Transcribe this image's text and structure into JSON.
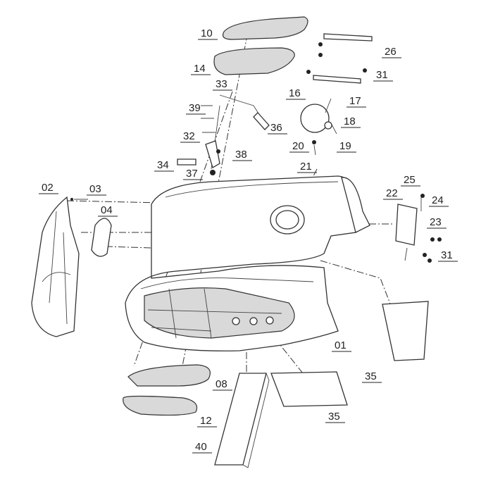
{
  "diagram": {
    "type": "exploded parts diagram",
    "part_labels": [
      "10",
      "14",
      "26",
      "31",
      "33",
      "16",
      "17",
      "39",
      "36",
      "18",
      "32",
      "20",
      "19",
      "38",
      "21",
      "34",
      "37",
      "02",
      "03",
      "04",
      "22",
      "25",
      "24",
      "23",
      "31",
      "01",
      "35",
      "08",
      "35",
      "12",
      "40"
    ]
  }
}
